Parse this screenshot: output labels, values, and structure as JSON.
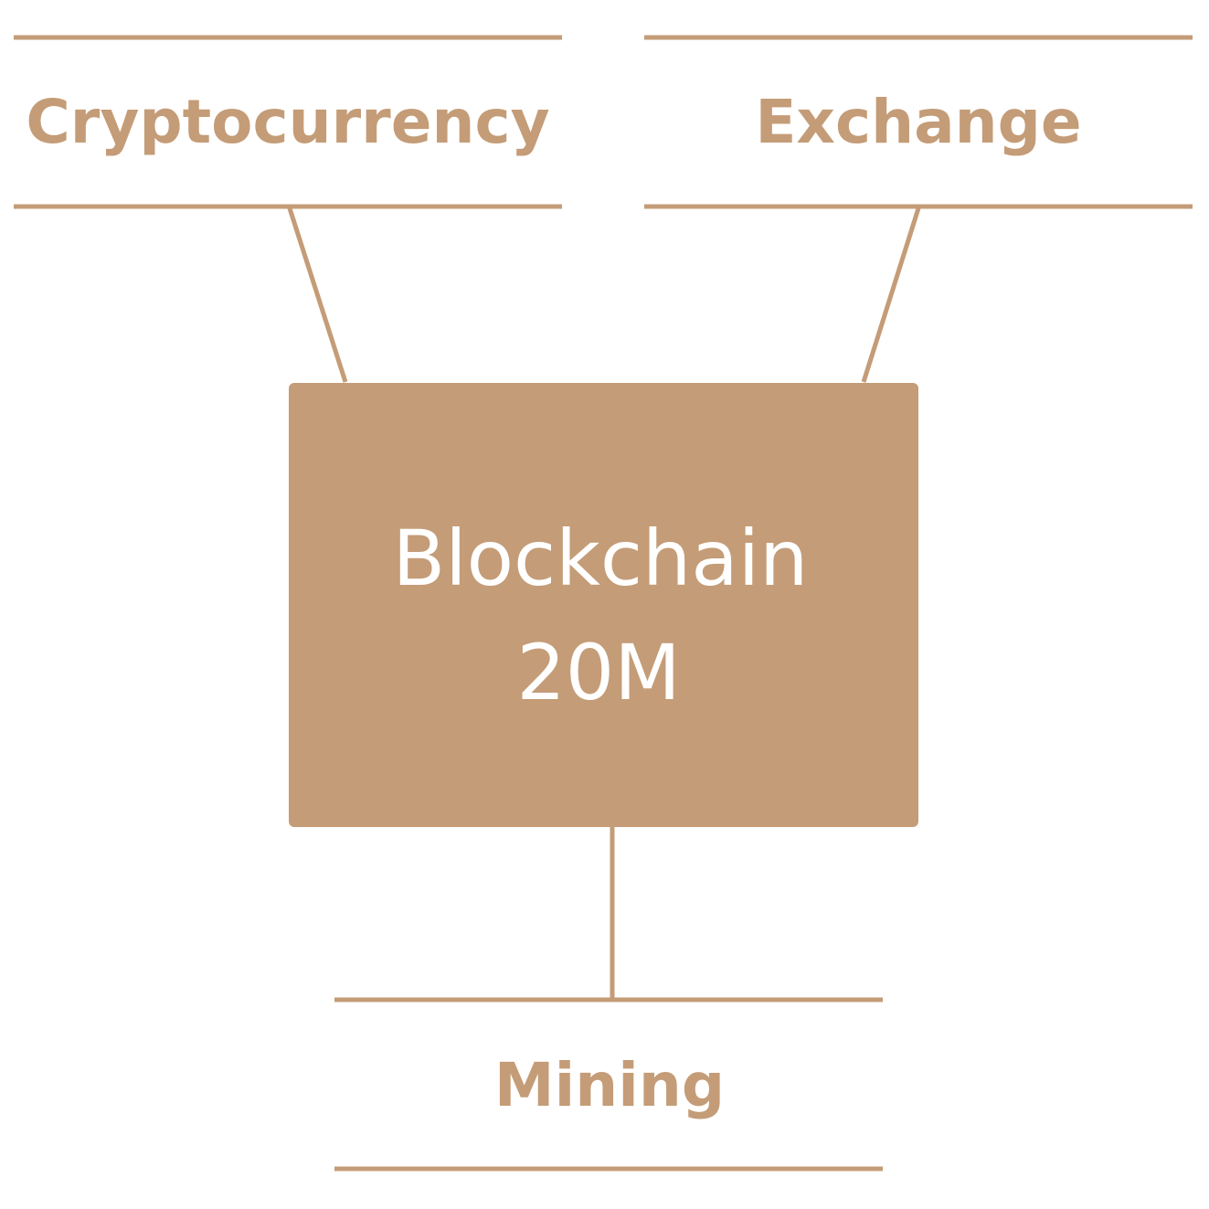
{
  "colors": {
    "accent": "#C49C77",
    "center_text": "#FFFFFF",
    "background": "#FFFFFF"
  },
  "center_node": {
    "title": "Blockchain",
    "value": "20M"
  },
  "nodes": [
    {
      "label": "Cryptocurrency"
    },
    {
      "label": "Exchange"
    },
    {
      "label": "Mining"
    }
  ]
}
